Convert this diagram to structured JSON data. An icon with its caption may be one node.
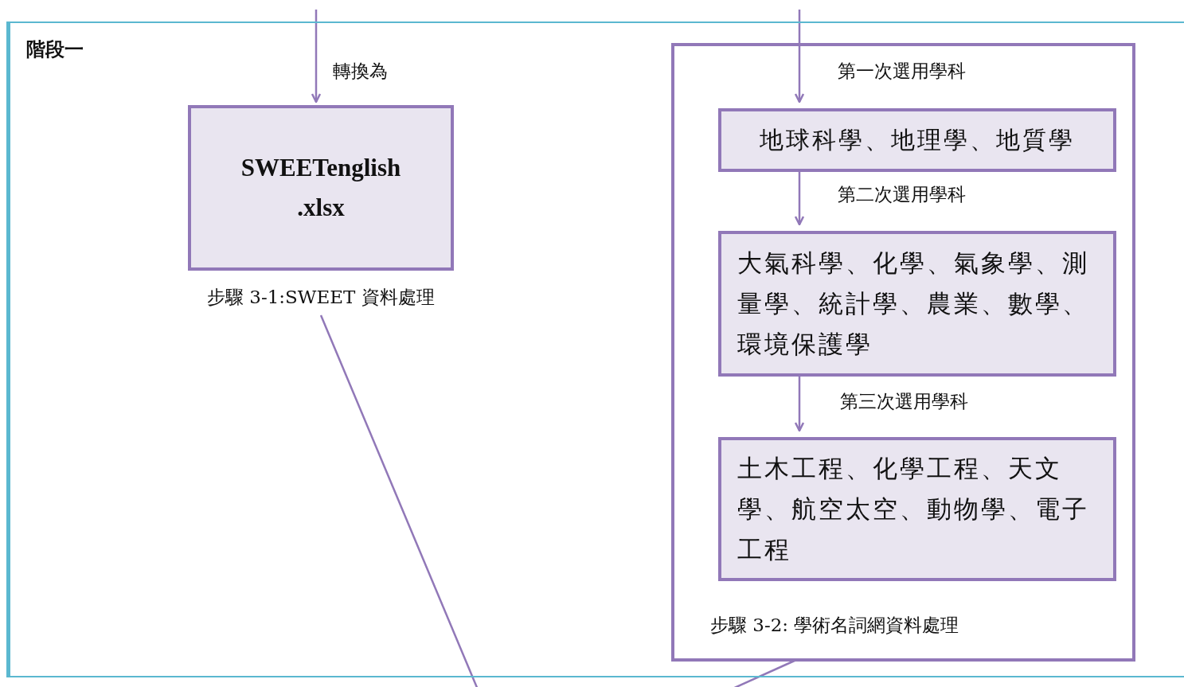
{
  "diagram": {
    "nodes": [
      {
        "text": [
          "階段一"
        ]
      },
      {
        "text": [
          "SWEETenglish .xlsx"
        ],
        "beside": [
          "步驟 3-1:SWEET 資料處理"
        ],
        "in": 0
      },
      {
        "text": [
          "步驟 3-2: 學術名詞網資料處理"
        ],
        "in": 0
      },
      {
        "text": [
          "地球科學、地理學、地質學"
        ],
        "in": 2
      },
      {
        "text": [
          "大氣科學、化學、氣象學、測量學、統計學、農業、數學、環境保護學"
        ],
        "in": 2
      },
      {
        "text": [
          "土木工程、化學工程、天文學、航空太空、動物學、電子工程"
        ],
        "in": 2
      }
    ],
    "edges": [
      {
        "from": null,
        "to": 1,
        "arrow": "to",
        "label": "轉換為"
      },
      {
        "from": null,
        "to": 3,
        "arrow": "to",
        "label": "第一次選用學科"
      },
      {
        "from": 3,
        "to": 4,
        "arrow": "to",
        "label": "第二次選用學科"
      },
      {
        "from": 4,
        "to": 5,
        "arrow": "to",
        "label": "第三次選用學科"
      },
      {
        "from": 1,
        "to": null,
        "arrow": "none"
      },
      {
        "from": 2,
        "to": null,
        "arrow": "none"
      }
    ]
  }
}
